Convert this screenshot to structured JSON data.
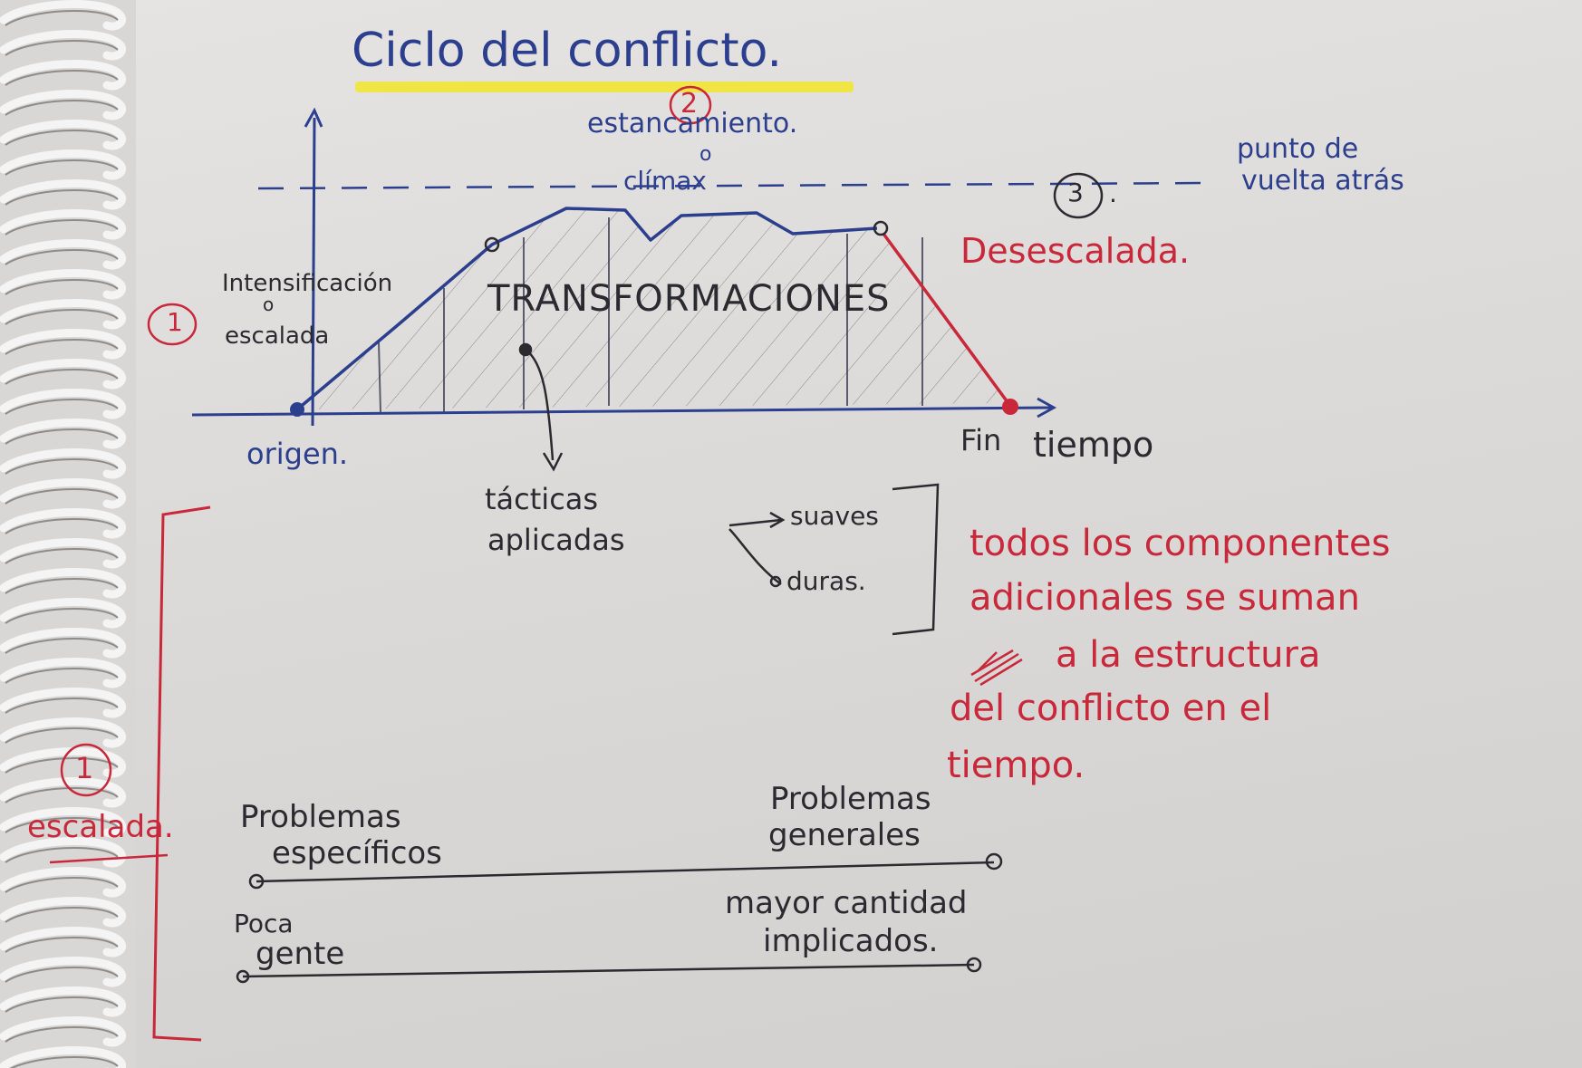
{
  "notes": {
    "title": "Ciclo del conflicto.",
    "stage2_number": "2",
    "stage2_label": "estancamiento.",
    "or1": "o",
    "climax": "clímax",
    "stage3_number": "3",
    "stage3_dot": ".",
    "punto_line1": "punto de",
    "punto_line2": "vuelta atrás",
    "desescalada": "Desescalada.",
    "stage1_number": "1",
    "intensificacion": "Intensificación",
    "or2": "o",
    "escalada": "escalada",
    "transformaciones": "TRANSFORMACIONES",
    "origen": "origen.",
    "fin": "Fin",
    "tiempo": "tiempo",
    "tacticas": "tácticas",
    "aplicadas": "aplicadas",
    "suaves": "suaves",
    "duras": "duras.",
    "todos_1": "todos los componentes",
    "todos_2": "adicionales se suman",
    "todos_3": "a la estructura",
    "todos_4": "del conflicto en el",
    "todos_5": "tiempo.",
    "bracket_number": "1",
    "bracket_label": "escalada.",
    "problemas_especificos_1": "Problemas",
    "problemas_especificos_2": "específicos",
    "problemas_generales_1": "Problemas",
    "problemas_generales_2": "generales",
    "poca_1": "Poca",
    "poca_2": "gente",
    "mayor_1": "mayor cantidad",
    "mayor_2": "implicados."
  },
  "colors": {
    "blue_ink": "#2c3f8e",
    "black_ink": "#2a2a30",
    "red_ink": "#c8283a",
    "highlighter": "#f2e52a"
  }
}
